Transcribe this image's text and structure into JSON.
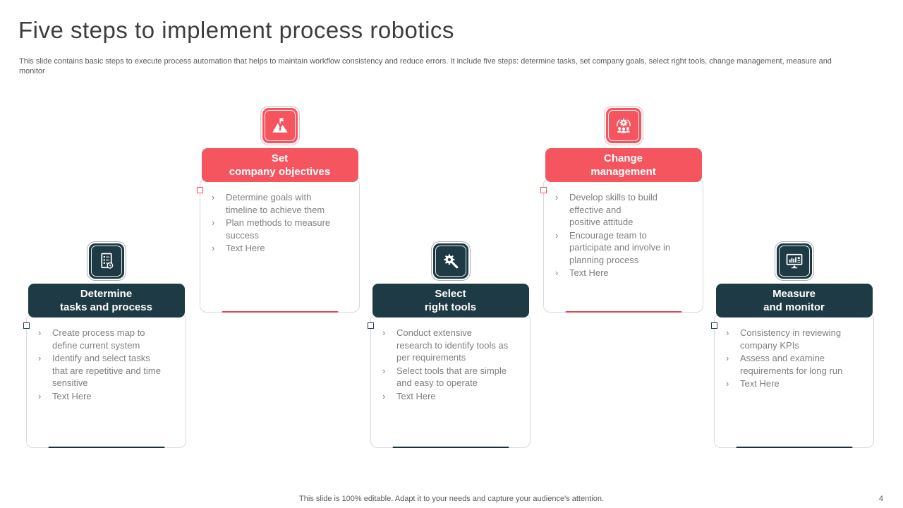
{
  "slide": {
    "title": "Five steps to implement process robotics",
    "subtitle": "This slide contains basic steps to execute process automation that helps to maintain workflow consistency and reduce errors. It include five steps: determine tasks, set company goals, select right tools, change management, measure and monitor",
    "footer_note": "This slide is 100% editable. Adapt it to your needs and capture your audience's attention.",
    "page_number": "4"
  },
  "colors": {
    "dark_accent": "#1e3a44",
    "red_accent": "#f4555f",
    "body_text": "#7f7f7f",
    "muted_text": "#595959",
    "panel_border": "#d9d9d9"
  },
  "bullet_marker": "›",
  "steps": [
    {
      "id": "determine-tasks-and-process",
      "theme": "dark",
      "icon": "checklist-clock-icon",
      "title_line1": "Determine",
      "title_line2": "tasks and process",
      "bullets": [
        "Create process map to\ndefine current system",
        "Identify and select tasks\nthat are repetitive and time\nsensitive",
        "Text Here"
      ]
    },
    {
      "id": "set-company-objectives",
      "theme": "red",
      "icon": "mountain-flag-icon",
      "title_line1": "Set",
      "title_line2": "company objectives",
      "bullets": [
        "Determine goals with\ntimeline to achieve them",
        "Plan methods to measure\nsuccess",
        "Text Here"
      ]
    },
    {
      "id": "select-right-tools",
      "theme": "dark",
      "icon": "gear-magnifier-icon",
      "title_line1": "Select",
      "title_line2": "right tools",
      "bullets": [
        "Conduct extensive\nresearch to identify tools as\nper requirements",
        "Select tools that are simple\nand easy to operate",
        "Text Here"
      ]
    },
    {
      "id": "change-management",
      "theme": "red",
      "icon": "gear-people-cycle-icon",
      "title_line1": "Change",
      "title_line2": "management",
      "bullets": [
        "Develop skills to build\neffective and\npositive attitude",
        "Encourage team to\nparticipate and involve in\nplanning process",
        "Text Here"
      ]
    },
    {
      "id": "measure-and-monitor",
      "theme": "dark",
      "icon": "monitor-chart-icon",
      "title_line1": "Measure",
      "title_line2": "and monitor",
      "bullets": [
        "Consistency in reviewing\ncompany KPIs",
        "Assess and examine\nrequirements for long run",
        "Text Here"
      ]
    }
  ]
}
